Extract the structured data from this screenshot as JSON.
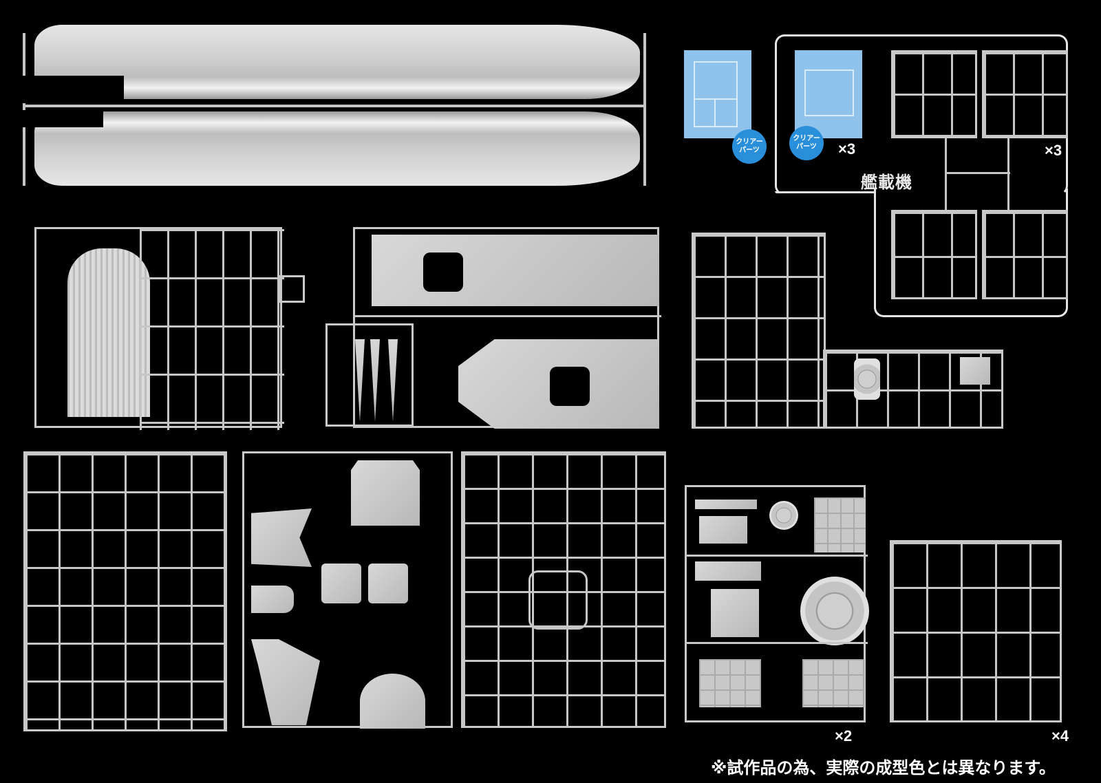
{
  "image": {
    "description": "Product photo of plastic model kit sprues (aircraft carrier hull, flight deck, carrier aircraft, clear parts) on a black background",
    "background_color": "#000000",
    "plastic_color": "#c8c8c8",
    "clear_parts_color": "#8fc3ec"
  },
  "labels": {
    "clear_parts_badge_1": "クリアー\nパーツ",
    "clear_parts_badge_2": "クリアー\nパーツ",
    "clear_parts_multiplier": "×3",
    "aircraft_label": "艦載機",
    "aircraft_multiplier": "×3",
    "small_parts_multiplier": "×2",
    "detail_parts_multiplier": "×4",
    "disclaimer": "※試作品の為、実際の成型色とは異なります。"
  },
  "colors": {
    "badge": "#2a8fdb",
    "text": "#ffffff",
    "group_outline": "#e6e6e6"
  }
}
